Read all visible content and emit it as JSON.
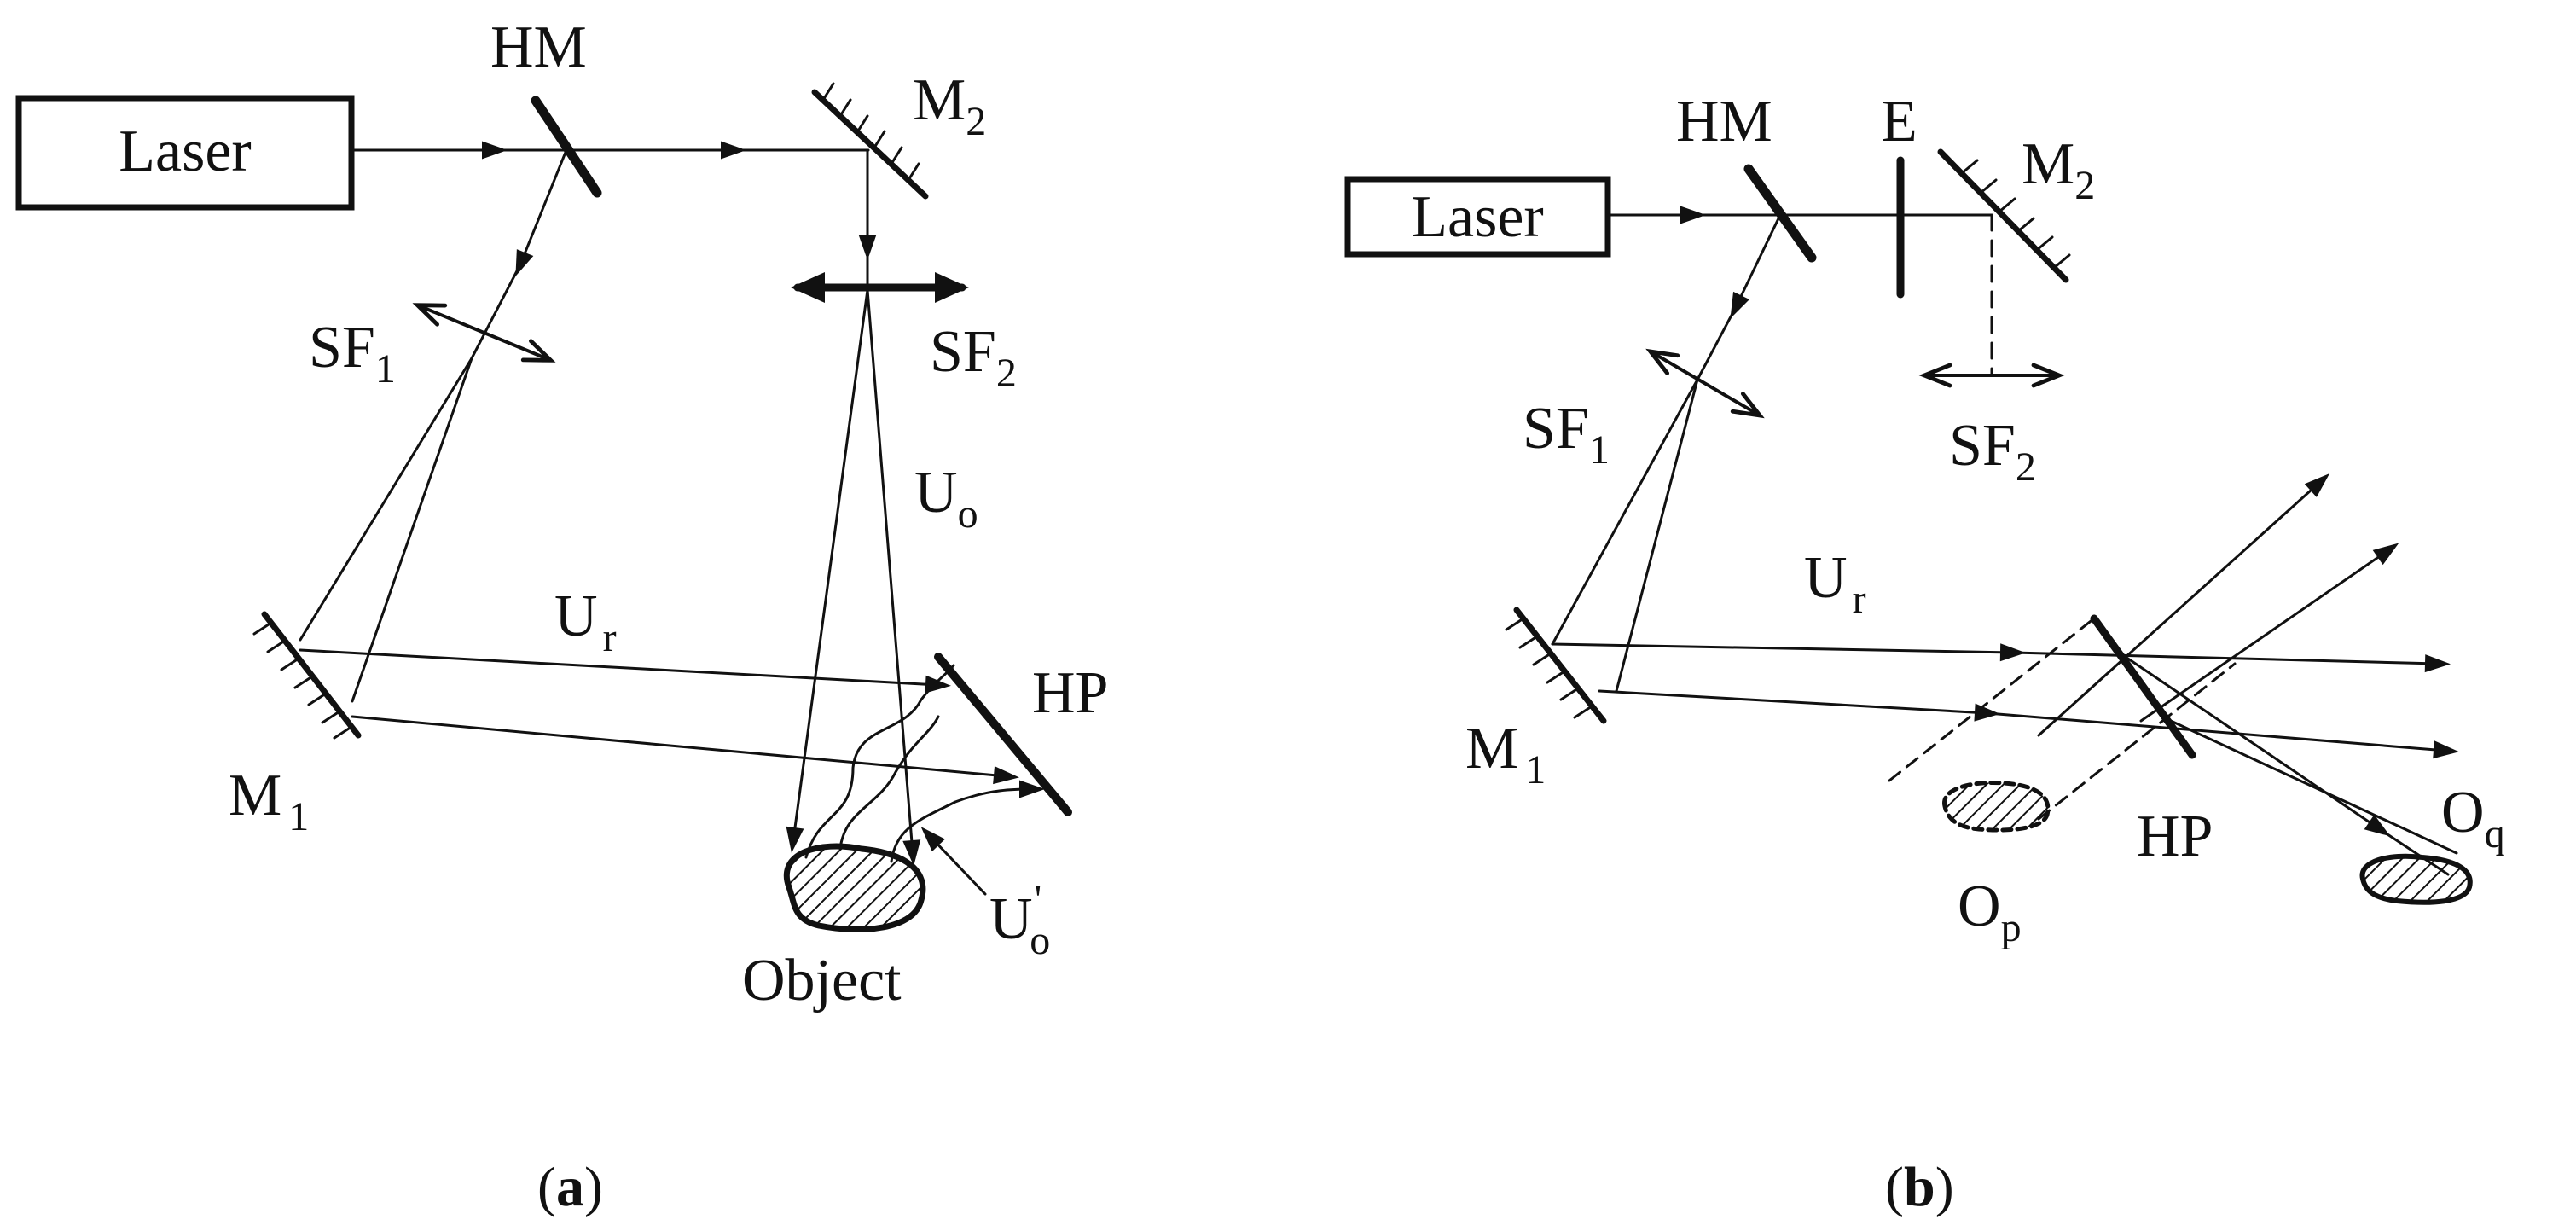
{
  "panel_a": {
    "laser": "Laser",
    "hm": "HM",
    "m2": {
      "main": "M",
      "sub": "2"
    },
    "sf1": {
      "main": "SF",
      "sub": "1"
    },
    "sf2": {
      "main": "SF",
      "sub": "2"
    },
    "uo": {
      "main": "U",
      "sub": "o"
    },
    "ur": {
      "main": "U",
      "sub": "r"
    },
    "hp": "HP",
    "m1": {
      "main": "M",
      "sub": "1"
    },
    "uo_prime": {
      "main": "U",
      "sub": "o",
      "sup": "'"
    },
    "object": "Object",
    "caption": {
      "open": "(",
      "letter": "a",
      "close": ")"
    }
  },
  "panel_b": {
    "laser": "Laser",
    "hm": "HM",
    "e": "E",
    "m2": {
      "main": "M",
      "sub": "2"
    },
    "sf1": {
      "main": "SF",
      "sub": "1"
    },
    "sf2": {
      "main": "SF",
      "sub": "2"
    },
    "ur": {
      "main": "U",
      "sub": "r"
    },
    "m1": {
      "main": "M",
      "sub": "1"
    },
    "hp": "HP",
    "op": {
      "main": "O",
      "sub": "p"
    },
    "oq": {
      "main": "O",
      "sub": "q"
    },
    "caption": {
      "open": "(",
      "letter": "b",
      "close": ")"
    }
  }
}
